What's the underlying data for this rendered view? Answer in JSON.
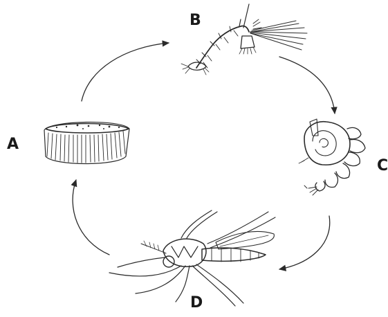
{
  "diagram": {
    "stage_labels": {
      "a": "A",
      "b": "B",
      "c": "C",
      "d": "D"
    },
    "stages": [
      {
        "label_key": "a",
        "icon": "egg-raft-icon"
      },
      {
        "label_key": "b",
        "icon": "larva-icon"
      },
      {
        "label_key": "c",
        "icon": "pupa-icon"
      },
      {
        "label_key": "d",
        "icon": "adult-mosquito-icon"
      }
    ],
    "cycle_direction": "clockwise",
    "colors": {
      "ink": "#2a2a2a",
      "background": "#ffffff"
    }
  }
}
